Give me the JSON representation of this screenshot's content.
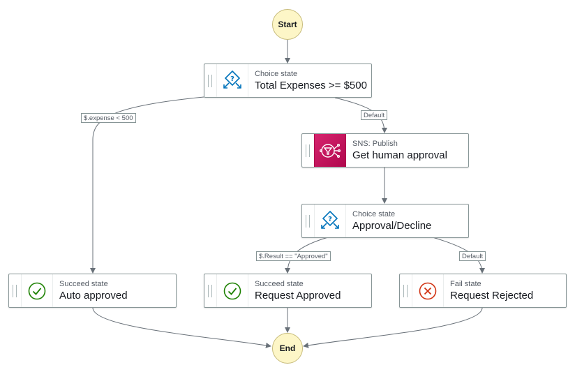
{
  "diagram": {
    "start_label": "Start",
    "end_label": "End",
    "states": {
      "choice1": {
        "type": "Choice state",
        "title": "Total Expenses >= $500",
        "icon": "choice-icon"
      },
      "sns": {
        "type": "SNS: Publish",
        "title": "Get human approval",
        "icon": "sns-publish-icon"
      },
      "choice2": {
        "type": "Choice state",
        "title": "Approval/Decline",
        "icon": "choice-icon"
      },
      "auto": {
        "type": "Succeed state",
        "title": "Auto approved",
        "icon": "check-circle-icon"
      },
      "approved": {
        "type": "Succeed state",
        "title": "Request Approved",
        "icon": "check-circle-icon"
      },
      "rejected": {
        "type": "Fail state",
        "title": "Request Rejected",
        "icon": "x-circle-icon"
      }
    },
    "edge_labels": {
      "expense_lt_500": "$.expense < 500",
      "default1": "Default",
      "result_approved": "$.Result == \"Approved\"",
      "default2": "Default"
    },
    "colors": {
      "terminal_fill": "#fdf6c7",
      "edge": "#687078",
      "choice_icon": "#0073bb",
      "sns_icon_bg": "#c7135c",
      "success": "#1d8102",
      "fail": "#d13212"
    }
  }
}
